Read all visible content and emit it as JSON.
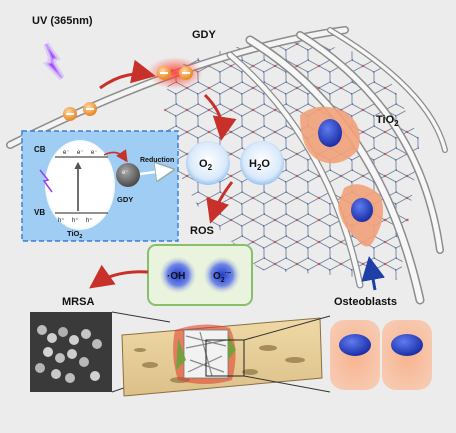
{
  "labels": {
    "uv": "UV (365nm)",
    "gdy": "GDY",
    "tio2_main": "TiO",
    "tio2_sub": "2",
    "ros": "ROS",
    "mrsa": "MRSA",
    "osteoblasts": "Osteoblasts",
    "o2": "O",
    "o2_sub": "2",
    "h2o_h": "H",
    "h2o_sub": "2",
    "h2o_o": "O",
    "oh": "·OH",
    "o2_radical": "O",
    "o2_radical_sub": "2",
    "o2_radical_sup": "·−"
  },
  "inset": {
    "cb": "CB",
    "vb": "VB",
    "reduction": "Reduction",
    "gdy": "GDY",
    "tio2": "TiO",
    "tio2_sub": "2",
    "electron": "e⁻",
    "hole": "h⁺"
  },
  "colors": {
    "background": "#ececec",
    "inset_fill": "#9fcdf3",
    "inset_border": "#3c7ed6",
    "ros_box_fill": "#eaf3dd",
    "ros_box_border": "#86c06a",
    "arrow_red": "#c8302a",
    "uv_purple": "#8a2be2",
    "cell_orange": "#f2a27a",
    "nucleus_blue": "#2e48c8"
  }
}
